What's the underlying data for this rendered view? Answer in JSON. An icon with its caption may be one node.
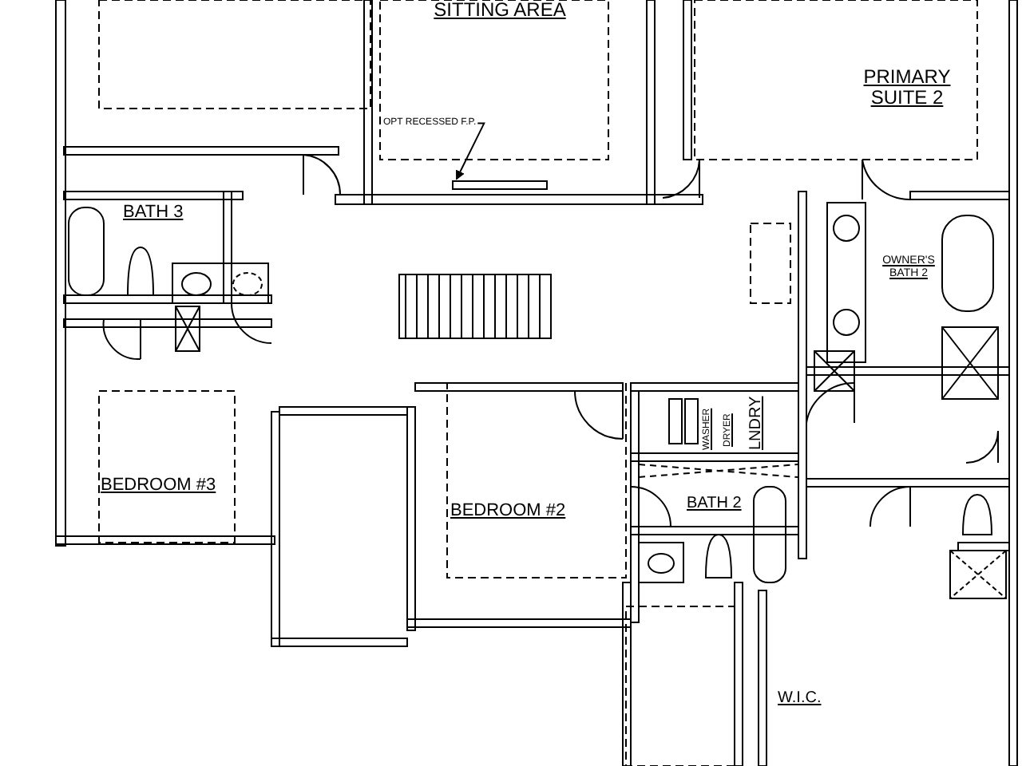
{
  "diagram": {
    "nodes": [
      {
        "text": [
          "OPT RECESSED F.P."
        ]
      },
      {
        "text": [],
        "shape": "box"
      }
    ],
    "edges": [
      {
        "from": 0,
        "to": 1,
        "arrow": "to"
      }
    ],
    "labels": [
      "SITTING AREA",
      "PRIMARY SUITE 2",
      "BATH 3",
      "OWNER'S BATH 2",
      "WASHER",
      "DRYER",
      "LNDRY",
      "BEDROOM #3",
      "BEDROOM #2",
      "BATH 2",
      "W.I.C."
    ]
  }
}
